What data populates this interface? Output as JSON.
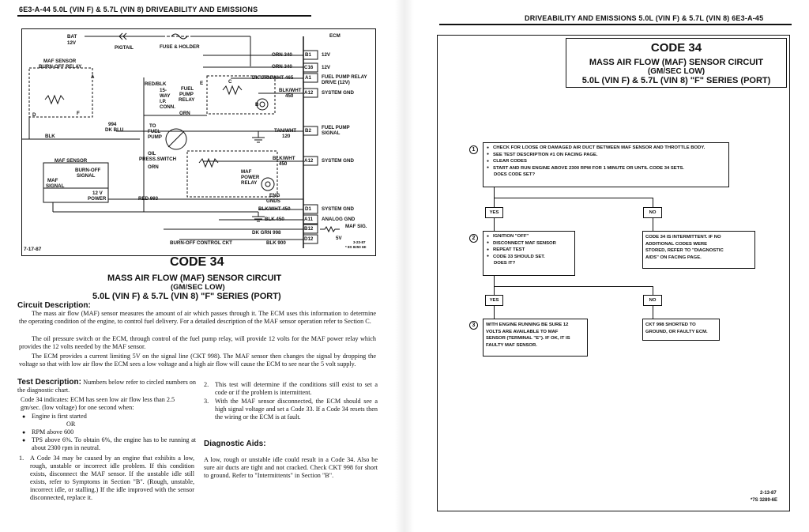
{
  "left_page": {
    "header": "6E3-A-44 5.0L (VIN F) & 5.7L (VIN 8) DRIVEABILITY AND EMISSIONS",
    "diagram": {
      "date": "7-17-87",
      "ecm": "ECM",
      "labels": {
        "bat": "BAT",
        "v12": "12V",
        "pigtail": "PIGTAIL",
        "fuse": "FUSE & HOLDER",
        "maf_relay_1": "MAF SENSOR",
        "maf_relay_2": "BURN-OFF RELAY",
        "red_blk": "RED/BLK",
        "way15": "15-",
        "way": "WAY",
        "ip": "I.P.",
        "conn": "CONN.",
        "fuel_pump_relay_1": "FUEL",
        "fuel_pump_relay_2": "PUMP",
        "fuel_pump_relay_3": "RELAY",
        "dk_blu_994": "994",
        "dk_blu": "DK BLU",
        "blk": "BLK",
        "to_fuel_pump_1": "TO",
        "to_fuel_pump_2": "FUEL",
        "to_fuel_pump_3": "PUMP",
        "oil_press_1": "OIL",
        "oil_press_2": "PRESS.SWITCH",
        "orn": "ORN",
        "orn2": "ORN",
        "maf_sensor": "MAF SENSOR",
        "burnoff_signal_1": "BURN-OFF",
        "burnoff_signal_2": "SIGNAL",
        "maf_signal_1": "MAF",
        "maf_signal_2": "SIGNAL",
        "power_12v_1": "12 V",
        "power_12v_2": "POWER",
        "red993": "RED 993",
        "maf_power_relay_1": "MAF",
        "maf_power_relay_2": "POWER",
        "maf_power_relay_3": "RELAY",
        "eng_gnds_1": "ENG",
        "eng_gnds_2": "GNDS",
        "burnoff_ckt": "BURN-OFF CONTROL CKT",
        "orn340a": "ORN 340",
        "orn340b": "ORN 340",
        "dkgrn465": "DK GRN/WHT 465",
        "blkwht450a_1": "BLK/WHT",
        "blkwht450a_2": "450",
        "tanwht120_1": "TAN/WHT",
        "tanwht120_2": "120",
        "blkwht450b_1": "BLK/WHT",
        "blkwht450b_2": "450",
        "blkwht450c": "BLK/WHT 450",
        "blk450": "BLK 450",
        "dkgrn998": "DK GRN 998",
        "blk900": "BLK 900",
        "letter_a": "A",
        "letter_b": "B",
        "letter_c": "C",
        "letter_d": "D",
        "letter_e": "E",
        "letter_f": "F",
        "sig_5v": "5V",
        "ref_1": "3-23-87",
        "ref_2": "* 8S 8250 6E"
      },
      "pins": [
        {
          "pin": "B1",
          "label": "12V"
        },
        {
          "pin": "C16",
          "label": "12V"
        },
        {
          "pin": "A1",
          "label": "FUEL PUMP RELAY DRIVE (12V)"
        },
        {
          "pin": "A12",
          "label": "SYSTEM GND"
        },
        {
          "pin": "B2",
          "label": "FUEL PUMP SIGNAL"
        },
        {
          "pin": "A12",
          "label": "SYSTEM GND"
        },
        {
          "pin": "D1",
          "label": "SYSTEM GND"
        },
        {
          "pin": "A11",
          "label": "ANALOG GND"
        },
        {
          "pin": "B12",
          "label": "MAF SIG."
        },
        {
          "pin": "D12",
          "label": ""
        }
      ]
    },
    "title": "CODE 34",
    "subtitle1": "MASS AIR FLOW (MAF) SENSOR CIRCUIT",
    "subtitle2": "(GM/SEC LOW)",
    "subtitle3": "5.0L (VIN F) & 5.7L (VIN 8) \"F\" SERIES (PORT)",
    "circuit_heading": "Circuit Description:",
    "circuit_p1": "The mass air flow (MAF) sensor measures the amount of air which passes through it. The ECM uses this information to determine the operating condition of the engine, to control fuel delivery. For a detailed description of the MAF sensor operation refer to Section C.",
    "circuit_p2": "The oil pressure switch or the ECM, through control of the fuel pump relay, will provide 12 volts for the MAF power relay which provides the 12 volts needed by the MAF sensor.",
    "circuit_p3": "The ECM provides a current limiting 5V on the signal line (CKT 998). The MAF sensor then changes the signal by dropping the voltage so that with low air flow the ECM sees a low voltage and a high air flow will cause the ECM to see near the 5 volt supply.",
    "test_heading": "Test Description:",
    "test_intro": "Numbers below refer to circled numbers on the diagnostic chart.",
    "test_code": "Code 34 indicates: ECM has seen low air flow less than 2.5 gm/sec. (low voltage) for one second when:",
    "test_bullets": [
      "Engine is first started",
      "RPM above 600",
      "TPS above 6%. To obtain 6%, the engine has to be running at about 2300 rpm in neutral."
    ],
    "test_or": "OR",
    "test_item1": "A Code 34 may be caused by an engine that exhibits a low, rough, unstable or incorrect idle problem. If this condition exists, disconnect the MAF sensor. If the unstable idle still exists, refer to Symptoms in Section \"B\". (Rough, unstable, incorrect idle, or stalling.) If the idle improved with the sensor disconnected, replace it.",
    "test_item2": "This test will determine if the conditions still exist to set a code or if the problem is intermittent.",
    "test_item3": "With the MAF sensor disconnected, the ECM should see a high signal voltage and set a Code 33. If a Code 34 resets then the wiring or the ECM is at fault.",
    "num1": "1.",
    "num2": "2.",
    "num3": "3.",
    "diag_heading": "Diagnostic Aids:",
    "diag_text": "A low, rough or unstable idle could result in a Code 34. Also be sure air ducts are tight and not cracked. Check CKT 998 for short to ground. Refer to \"Intermittents\" in Section \"B\"."
  },
  "right_page": {
    "header": "DRIVEABILITY AND EMISSIONS 5.0L (VIN F) & 5.7L (VIN 8) 6E3-A-45",
    "title": "CODE 34",
    "subtitle1": "MASS AIR FLOW (MAF) SENSOR CIRCUIT",
    "subtitle2": "(GM/SEC LOW)",
    "subtitle3": "5.0L (VIN F) & 5.7L (VIN 8) \"F\" SERIES (PORT)",
    "step1_num": "1",
    "step1": [
      "CHECK FOR LOOSE OR DAMAGED AIR DUCT BETWEEN MAF SENSOR AND THROTTLE BODY.",
      "SEE TEST DESCRIPTION #1 ON FACING PAGE.",
      "CLEAR CODES",
      "START AND RUN ENGINE ABOVE 2300 RPM FOR 1 MINUTE OR UNTIL CODE 34 SETS."
    ],
    "step1_q": "DOES CODE SET?",
    "yes": "YES",
    "no": "NO",
    "step2_num": "2",
    "step2": [
      "IGNITION \"OFF\"",
      "DISCONNECT MAF SENSOR",
      "REPEAT TEST",
      "CODE 33 SHOULD SET."
    ],
    "step2_q": "DOES IT?",
    "step2_no": [
      "CODE 34 IS INTERMITTENT. IF NO",
      "ADDITIONAL CODES WERE",
      "STORED, REFER TO \"DIAGNOSTIC",
      "AIDS\" ON FACING PAGE."
    ],
    "step3_num": "3",
    "step3": [
      "WITH ENGINE RUNNING BE SURE 12",
      "VOLTS ARE AVAILABLE TO MAF",
      "SENSOR (TERMINAL \"E\"). IF OK, IT IS",
      "FAULTY MAF SENSOR."
    ],
    "step3_no": [
      "CKT 998 SHORTED TO",
      "GROUND, OR FAULTY ECM."
    ],
    "footer1": "2-13-87",
    "footer2": "*7S 3289-6E"
  }
}
